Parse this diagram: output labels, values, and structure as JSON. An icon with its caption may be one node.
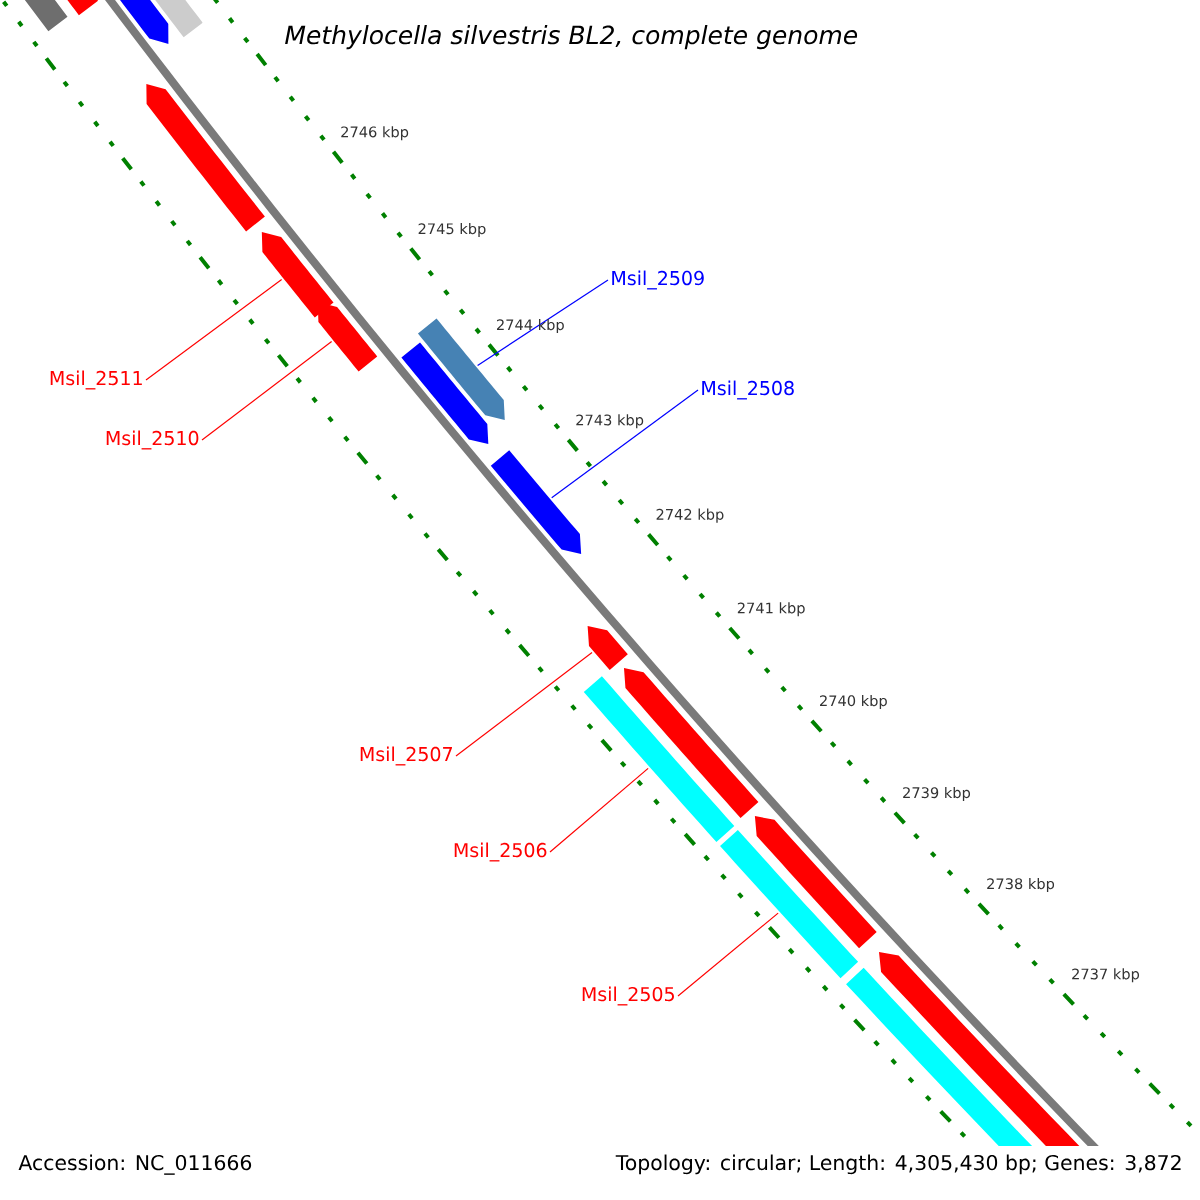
{
  "diagram": {
    "title": "Methylocella silvestris BL2, complete genome",
    "nodes": [
      {
        "text": [
          "Msil_2509"
        ]
      },
      {
        "text": [
          "Msil_2511"
        ]
      },
      {
        "text": [
          "Msil_2508"
        ]
      },
      {
        "text": [
          "Msil_2510"
        ]
      },
      {
        "text": [
          "Msil_2507"
        ]
      },
      {
        "text": [
          "Msil_2506"
        ]
      },
      {
        "text": [
          "Msil_2505"
        ]
      },
      {
        "text": [],
        "shape": "bar"
      },
      {
        "text": [],
        "shape": "arrow"
      },
      {
        "text": [],
        "shape": "arrow"
      },
      {
        "text": [],
        "shape": "bar"
      },
      {
        "text": [],
        "shape": "arrow"
      },
      {
        "text": [],
        "shape": "arrow"
      },
      {
        "text": [],
        "shape": "arrow"
      },
      {
        "text": [],
        "shape": "arrow"
      },
      {
        "text": [],
        "shape": "arrow"
      },
      {
        "text": [],
        "shape": "arrow"
      },
      {
        "text": [],
        "shape": "arrow"
      },
      {
        "text": [],
        "shape": "arrow"
      },
      {
        "text": [],
        "shape": "arrow"
      },
      {
        "text": [],
        "shape": "arrow"
      },
      {
        "text": [],
        "shape": "bar"
      },
      {
        "text": [],
        "shape": "bar"
      },
      {
        "text": [],
        "shape": "bar"
      }
    ],
    "edges": [
      {
        "from": 0,
        "to": 14,
        "arrow": "none",
        "color": "#0000ff"
      },
      {
        "from": 1,
        "to": 12,
        "arrow": "none"
      },
      {
        "from": 2,
        "to": 16,
        "arrow": "none",
        "color": "#0000ff"
      },
      {
        "from": 3,
        "to": 13,
        "arrow": "none"
      },
      {
        "from": 4,
        "to": 17,
        "arrow": "none"
      },
      {
        "from": 5,
        "to": 21,
        "arrow": "none"
      },
      {
        "from": 6,
        "to": 22,
        "arrow": "none"
      }
    ],
    "labels": [
      "2746 kbp",
      "2745 kbp",
      "2744 kbp",
      "2743 kbp",
      "2742 kbp",
      "2741 kbp",
      "2740 kbp",
      "2739 kbp",
      "2738 kbp",
      "2737 kbp",
      "Accession: NC_011666",
      "Topology: circular; Length: 4,305,430 bp; Genes: 3,872"
    ]
  }
}
